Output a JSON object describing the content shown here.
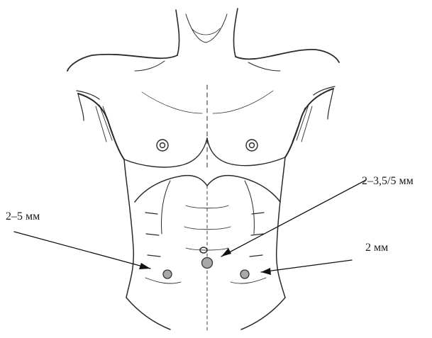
{
  "labels": {
    "left": "2–5 мм",
    "center": "2–3,5/5 мм",
    "right": "2 мм"
  },
  "colors": {
    "ink": "#2a2a2a",
    "port_fill": "#a8a8a8",
    "port_stroke": "#333333"
  }
}
